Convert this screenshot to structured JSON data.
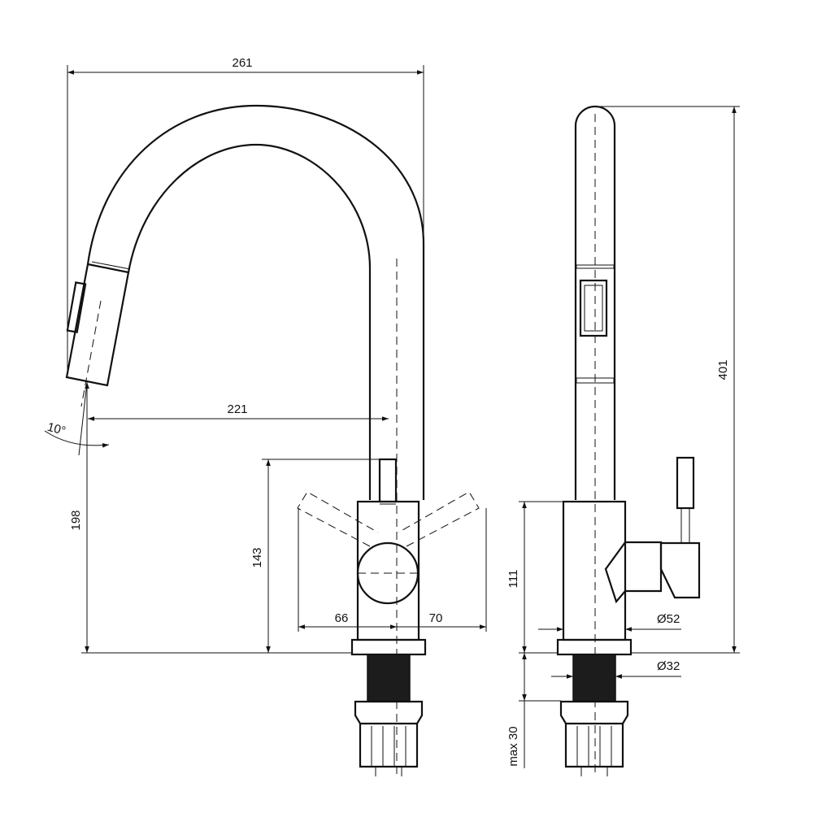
{
  "dimensions": {
    "overall_width": "261",
    "spout_reach": "221",
    "spout_height": "198",
    "lever_height": "143",
    "lever_left": "66",
    "lever_right": "70",
    "total_height": "401",
    "body_height": "111",
    "base_diameter": "Ø52",
    "shank_diameter": "Ø32",
    "mounting_thickness": "max 30",
    "tilt_angle": "10°"
  }
}
